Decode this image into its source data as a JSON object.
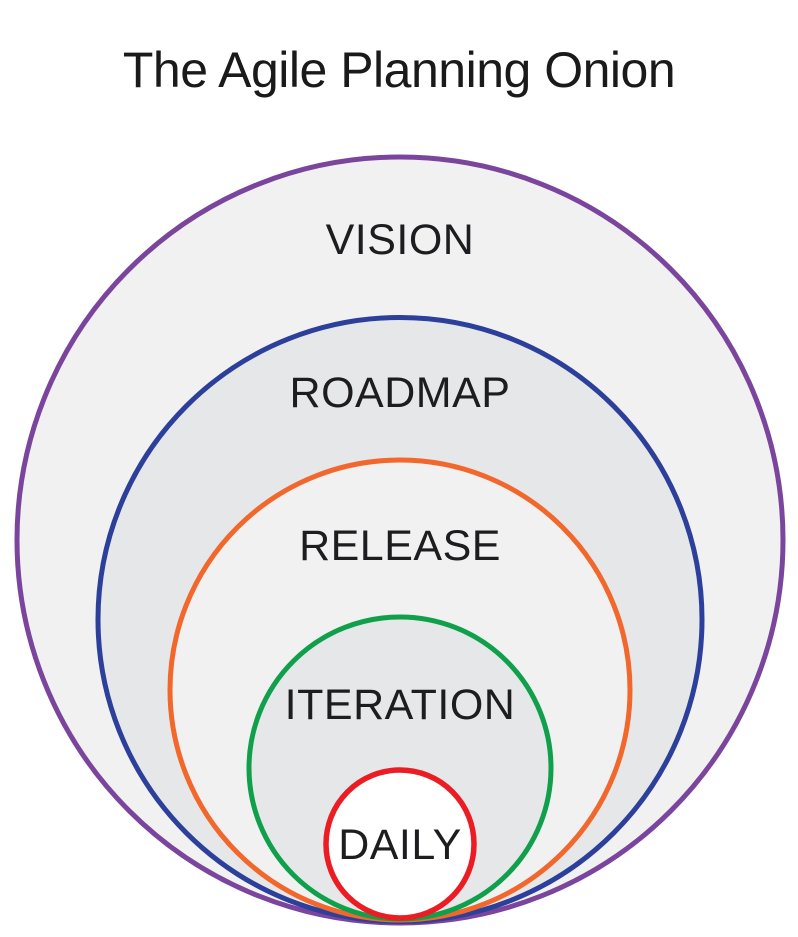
{
  "title": "The Agile Planning Onion",
  "diagram": {
    "type": "concentric-onion",
    "text_color": "#1d1d1f",
    "background": "#ffffff",
    "layers": [
      {
        "label": "VISION",
        "stroke": "#7b459d",
        "fill": "#f1f1f2"
      },
      {
        "label": "ROADMAP",
        "stroke": "#2b3f9b",
        "fill": "#e6e7e8"
      },
      {
        "label": "RELEASE",
        "stroke": "#f2682c",
        "fill": "#f1f1f2"
      },
      {
        "label": "ITERATION",
        "stroke": "#10a04c",
        "fill": "#e6e7e8"
      },
      {
        "label": "DAILY",
        "stroke": "#ec1c24",
        "fill": "#ffffff"
      }
    ]
  }
}
